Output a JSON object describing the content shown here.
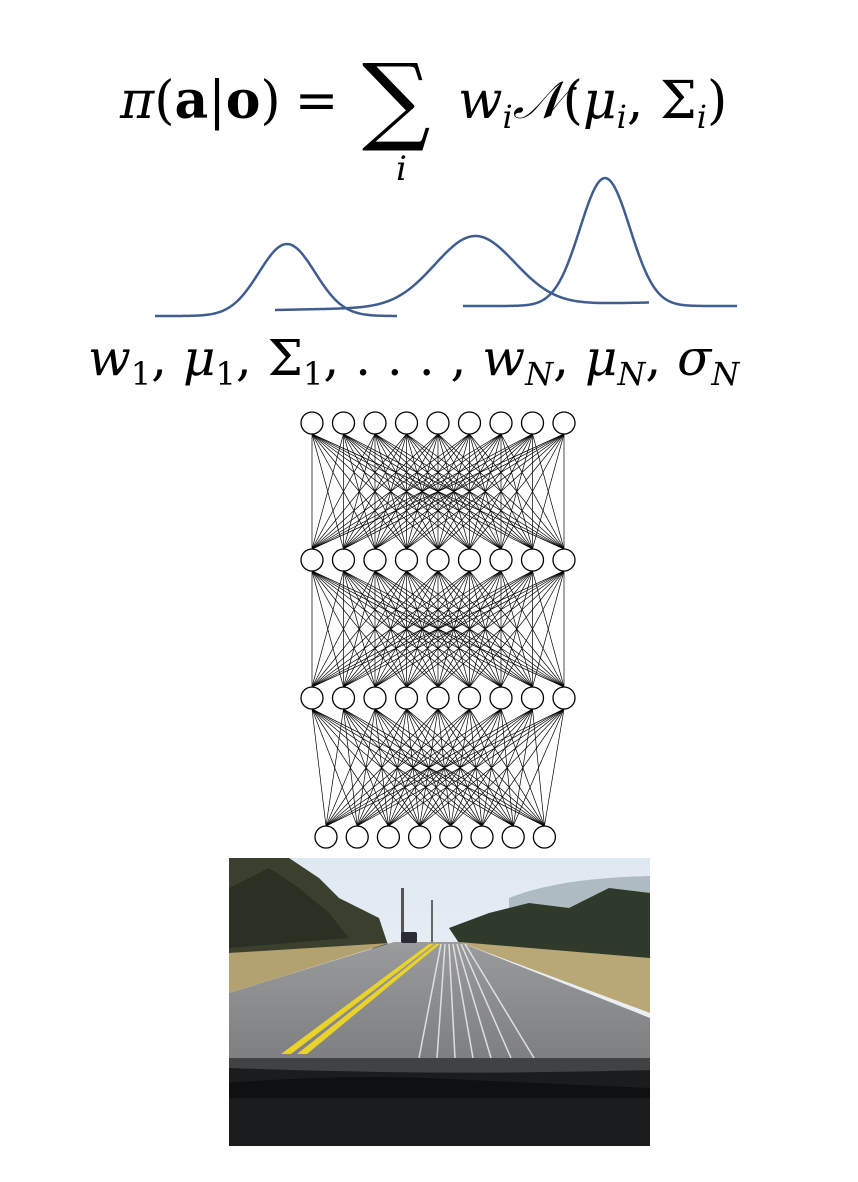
{
  "formula": {
    "lhs": "π(a|o) =",
    "sum_symbol": "∑",
    "sum_index": "i",
    "rhs": "wᵢ𝒩(μᵢ, Σᵢ)"
  },
  "params_line": "w₁, μ₁, Σ₁, . . . , w_N, μ_N, σ_N",
  "network": {
    "layers": [
      9,
      9,
      9,
      8
    ],
    "edge_color": "#000000"
  },
  "gaussians": {
    "stroke": "#3f5d8f",
    "components": 3
  },
  "colors": {
    "curve": "#3f5d8f",
    "road_asphalt": "#8f9092",
    "lane_yellow": "#e9d22a",
    "sky": "#e6eef5",
    "grass": "#b9a876",
    "trees": "#2f3a2a"
  }
}
